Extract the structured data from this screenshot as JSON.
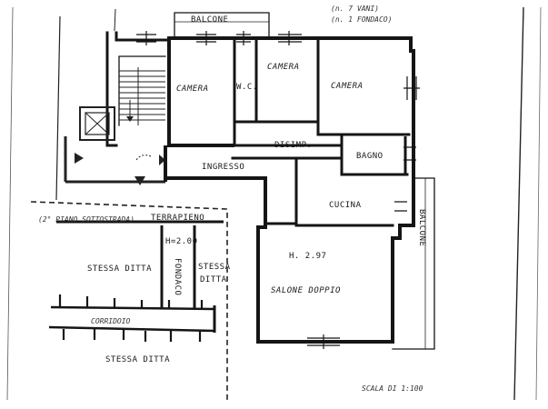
{
  "header": {
    "vani": "(n. 7 VANI)",
    "fondaco": "(n. 1 FONDACO)"
  },
  "rooms": {
    "balcone_top": "BALCONE",
    "camera_left": "CAMERA",
    "wc": "W.C.",
    "camera_mid": "CAMERA",
    "camera_right": "CAMERA",
    "disimp": "DISIMP.",
    "bagno": "BAGNO",
    "ingresso": "INGRESSO",
    "cucina": "CUCINA",
    "balcone_right": "BALCONE",
    "salone_height": "H. 2.97",
    "salone": "SALONE DOPPIO"
  },
  "lower_floor": {
    "piano": "(2° PIANO SOTTOSTRADA)",
    "terrapieno": "TERRAPIENO",
    "h2": "H=2.00",
    "fondaco": "FONDACO",
    "stessa_ditta_1": "STESSA DITTA",
    "stessa_ditta_2": "STESSA",
    "stessa_ditta_2b": "DITTA",
    "corridoio": "CORRIDOIO",
    "stessa_ditta_3": "STESSA DITTA"
  },
  "scale": "SCALA DI 1:100"
}
